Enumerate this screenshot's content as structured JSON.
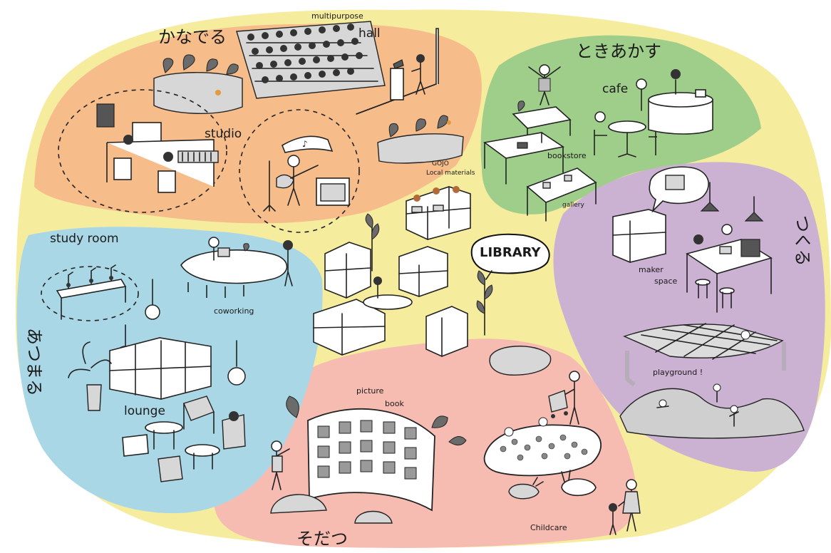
{
  "colors": {
    "background": "#f6ec9e",
    "kanaderu": "#f6bd8b",
    "tokiakasu": "#9fcd8a",
    "tsukuru": "#cbb2d3",
    "sodatsu": "#f6bcb2",
    "atsumaru": "#a9d7e6"
  },
  "zones": {
    "kanaderu": "かなでる",
    "tokiakasu": "ときあかす",
    "tsukuru": "つくる",
    "sodatsu": "そだつ",
    "atsumaru": "あつまる"
  },
  "labels": {
    "multipurpose": "multipurpose",
    "hall": "hall",
    "studio": "studio",
    "cafe": "cafe",
    "bookstore": "bookstore",
    "gallery": "gallery",
    "gojo": "GOJO",
    "local_materials": "Local materials",
    "library": "LIBRARY",
    "maker": "maker",
    "space": "space",
    "playground": "playground !",
    "study_room": "study room",
    "coworking": "coworking",
    "lounge": "lounge",
    "picture": "picture",
    "book": "book",
    "childcare": "Childcare"
  }
}
